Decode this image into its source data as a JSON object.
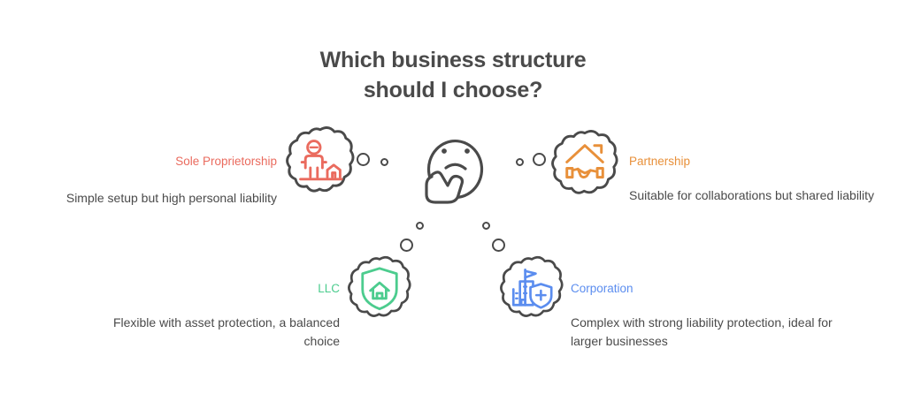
{
  "title": {
    "line1": "Which business structure",
    "line2": "should I choose?"
  },
  "center": {
    "icon": "thinking-face-icon"
  },
  "colors": {
    "sole_proprietorship": "#ea6b5e",
    "partnership": "#e8903a",
    "llc": "#4ccc8e",
    "corporation": "#5b8def",
    "outline": "#4a4a4a",
    "text": "#4a4a4a",
    "background": "#ffffff"
  },
  "options": [
    {
      "id": "sole-proprietorship",
      "label": "Sole Proprietorship",
      "description": "Simple setup but high personal liability",
      "color": "#ea6b5e",
      "icon": "person-with-house-icon"
    },
    {
      "id": "partnership",
      "label": "Partnership",
      "description": "Suitable for collaborations but shared liability",
      "color": "#e8903a",
      "icon": "handshake-under-roof-icon"
    },
    {
      "id": "llc",
      "label": "LLC",
      "description": "Flexible with asset protection, a balanced choice",
      "color": "#4ccc8e",
      "icon": "shield-with-house-icon"
    },
    {
      "id": "corporation",
      "label": "Corporation",
      "description": "Complex with strong liability protection, ideal for larger businesses",
      "color": "#5b8def",
      "icon": "building-with-shield-icon"
    }
  ]
}
